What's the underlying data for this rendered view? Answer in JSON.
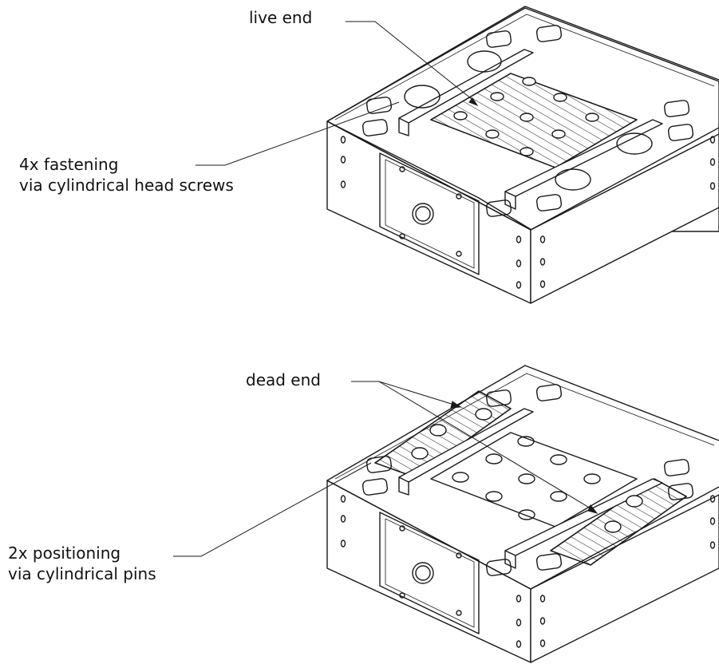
{
  "labels": {
    "live_end": "live end",
    "fastening": {
      "line1": "4x fastening",
      "line2": "via cylindrical head screws"
    },
    "dead_end": "dead end",
    "positioning": {
      "line1": "2x positioning",
      "line2": "via cylindrical pins"
    }
  },
  "colors": {
    "line": "#1a1a1a",
    "background": "#ffffff"
  }
}
